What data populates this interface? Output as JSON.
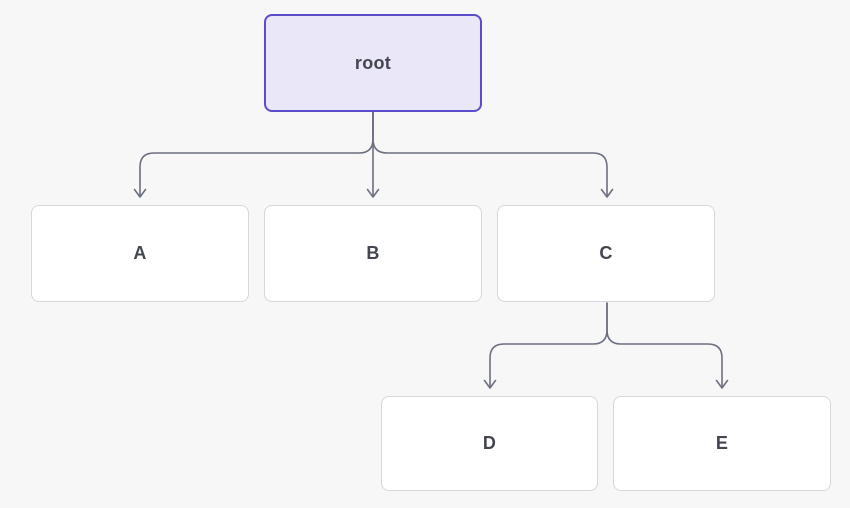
{
  "diagram": {
    "type": "tree",
    "nodes": {
      "root": {
        "label": "root",
        "role": "root"
      },
      "a": {
        "label": "A"
      },
      "b": {
        "label": "B"
      },
      "c": {
        "label": "C"
      },
      "d": {
        "label": "D"
      },
      "e": {
        "label": "E"
      }
    },
    "edges": [
      {
        "from": "root",
        "to": "A"
      },
      {
        "from": "root",
        "to": "B"
      },
      {
        "from": "root",
        "to": "C"
      },
      {
        "from": "C",
        "to": "D"
      },
      {
        "from": "C",
        "to": "E"
      }
    ]
  },
  "colors": {
    "background": "#f7f7f8",
    "root_fill": "#e9e7f8",
    "root_border": "#5b4dca",
    "node_fill": "#ffffff",
    "node_border": "#d6d6dd",
    "edge": "#6c6f80",
    "label": "#43454f"
  }
}
